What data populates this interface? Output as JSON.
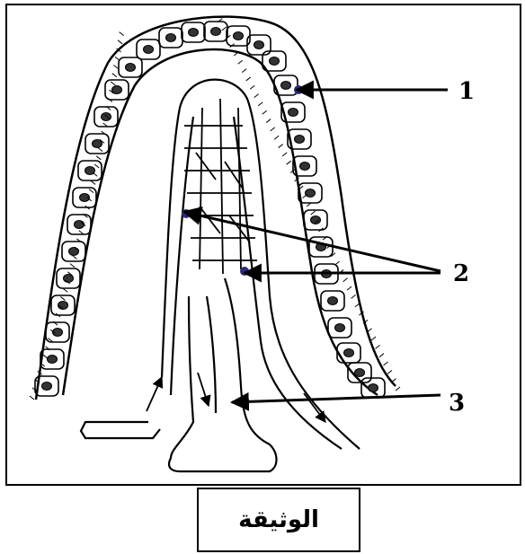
{
  "figure": {
    "labels": [
      {
        "id": "1",
        "text": "1"
      },
      {
        "id": "2",
        "text": "2"
      },
      {
        "id": "3",
        "text": "3"
      }
    ],
    "caption": "الوثيقة",
    "colors": {
      "stroke": "#000000",
      "marker": "#2a2a7a",
      "background": "#ffffff"
    }
  }
}
